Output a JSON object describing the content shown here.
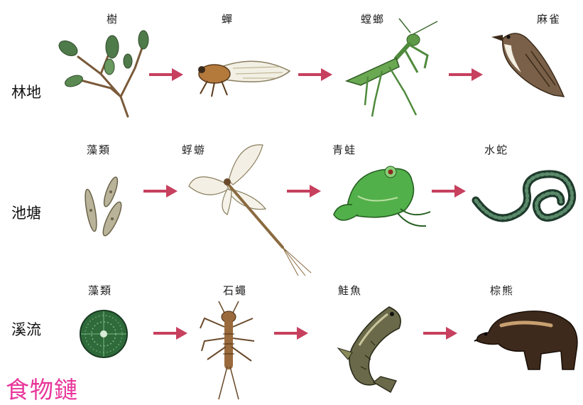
{
  "title": "食物鏈",
  "chains": [
    {
      "habitat": "林地",
      "organisms": [
        "樹",
        "蟬",
        "螳螂",
        "麻雀"
      ]
    },
    {
      "habitat": "池塘",
      "organisms": [
        "藻類",
        "蜉蝣",
        "青蛙",
        "水蛇"
      ]
    },
    {
      "habitat": "溪流",
      "organisms": [
        "藻類",
        "石蠅",
        "鮭魚",
        "棕熊"
      ]
    }
  ],
  "colors": {
    "title": "#e8359a",
    "arrow": "#c7405e"
  }
}
